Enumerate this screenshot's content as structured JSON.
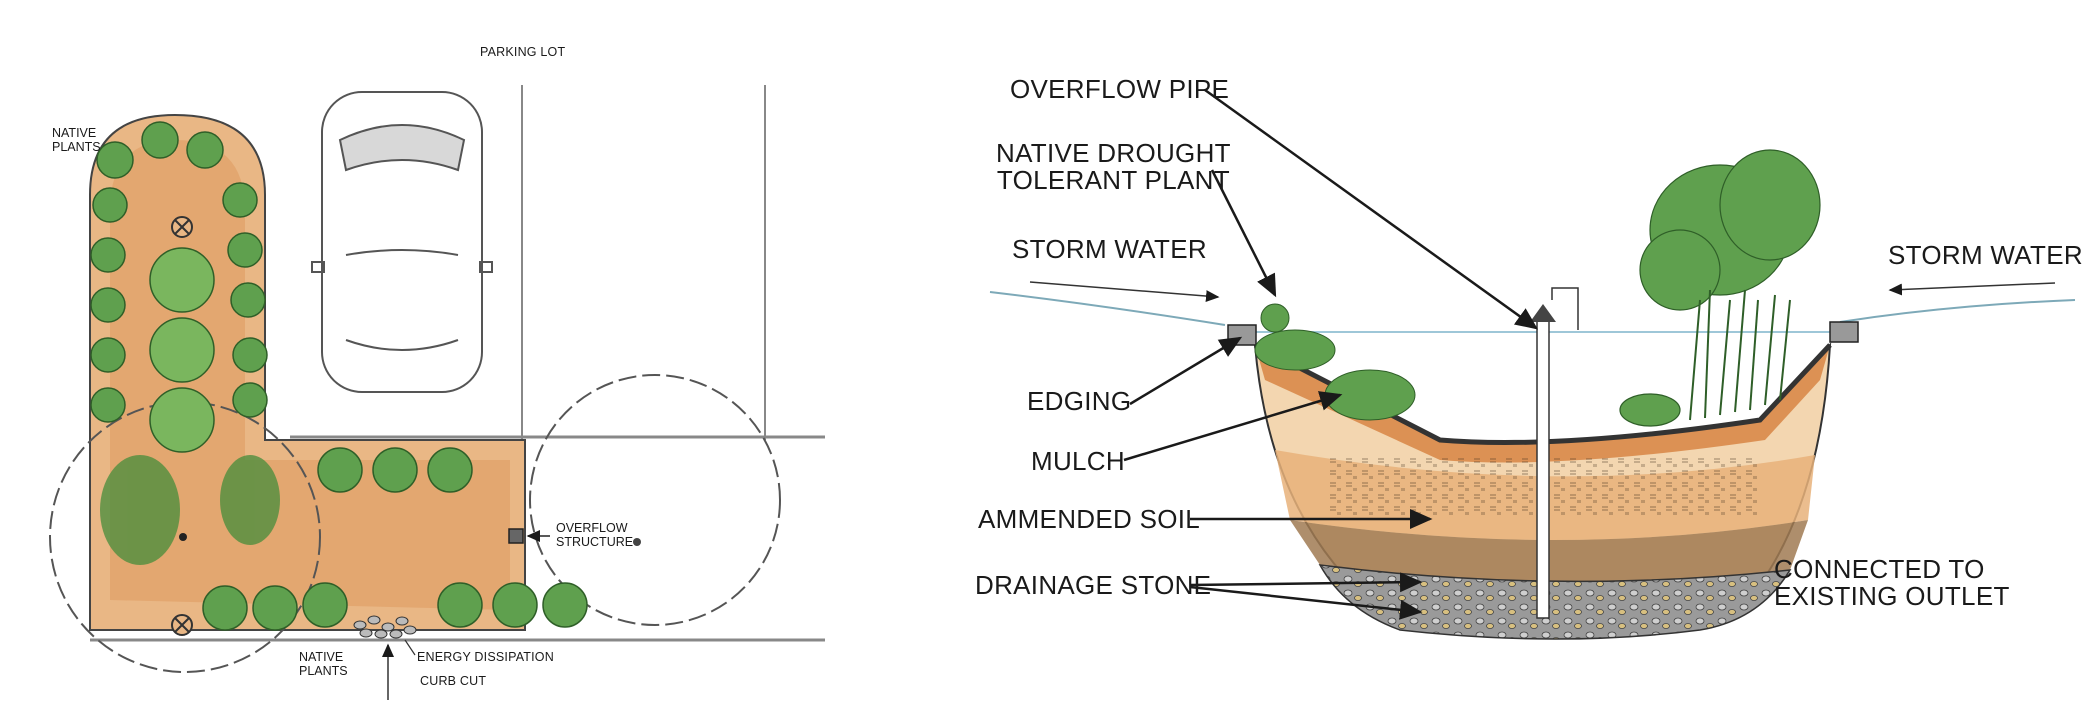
{
  "plan": {
    "parking_lot": "PARKING LOT",
    "native_plants_top": "NATIVE\nPLANTS",
    "overflow_structure": "OVERFLOW\nSTRUCTURE",
    "native_plants_bottom": "NATIVE\nPLANTS",
    "energy_dissipation": "ENERGY DISSIPATION",
    "curb_cut": "CURB CUT"
  },
  "section": {
    "overflow_pipe": "OVERFLOW PIPE",
    "native_drought_plant": "NATIVE DROUGHT\nTOLERANT PLANT",
    "storm_water_left": "STORM WATER",
    "storm_water_right": "STORM WATER",
    "edging": "EDGING",
    "mulch": "MULCH",
    "ammended_soil": "AMMENDED SOIL",
    "drainage_stone": "DRAINAGE STONE",
    "connected_outlet": "CONNECTED TO\nEXISTING OUTLET"
  },
  "colors": {
    "plant_green": "#5fa04e",
    "dark_green": "#3f7f36",
    "mulch_orange": "#d98a4a",
    "soil_brown": "#a07a52",
    "stone_gray": "#8a8a8a",
    "line": "#1a1a1a"
  }
}
